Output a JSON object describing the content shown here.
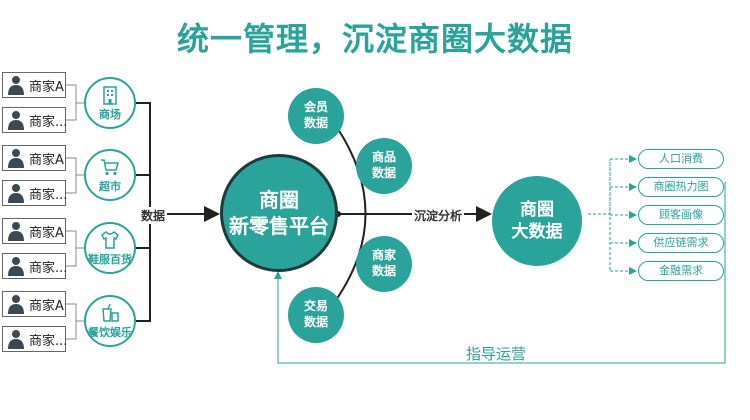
{
  "title": "统一管理，沉淀商圈大数据",
  "merchants": [
    {
      "label": "商家A"
    },
    {
      "label": "商家..."
    },
    {
      "label": "商家A"
    },
    {
      "label": "商家..."
    },
    {
      "label": "商家A"
    },
    {
      "label": "商家..."
    },
    {
      "label": "商家A"
    },
    {
      "label": "商家..."
    }
  ],
  "categories": [
    {
      "label": "商场",
      "icon": "building-icon"
    },
    {
      "label": "超市",
      "icon": "shopping-cart-icon"
    },
    {
      "label": "鞋服百货",
      "icon": "shirt-icon"
    },
    {
      "label": "餐饮娱乐",
      "icon": "food-drink-icon"
    }
  ],
  "flow_labels": {
    "data": "数据",
    "analysis": "沉淀分析",
    "guide": "指导运营"
  },
  "platform": "商圈\n新零售平台",
  "big_data": "商圈\n大数据",
  "data_types": [
    {
      "label": "会员\n数据"
    },
    {
      "label": "商品\n数据"
    },
    {
      "label": "商家\n数据"
    },
    {
      "label": "交易\n数据"
    }
  ],
  "outputs": [
    {
      "label": "人口消费"
    },
    {
      "label": "商圈热力图"
    },
    {
      "label": "顾客画像"
    },
    {
      "label": "供应链需求"
    },
    {
      "label": "金融需求"
    }
  ],
  "colors": {
    "teal": "#2aa39a",
    "border_dark": "#1f3a3a",
    "line": "#222222"
  }
}
